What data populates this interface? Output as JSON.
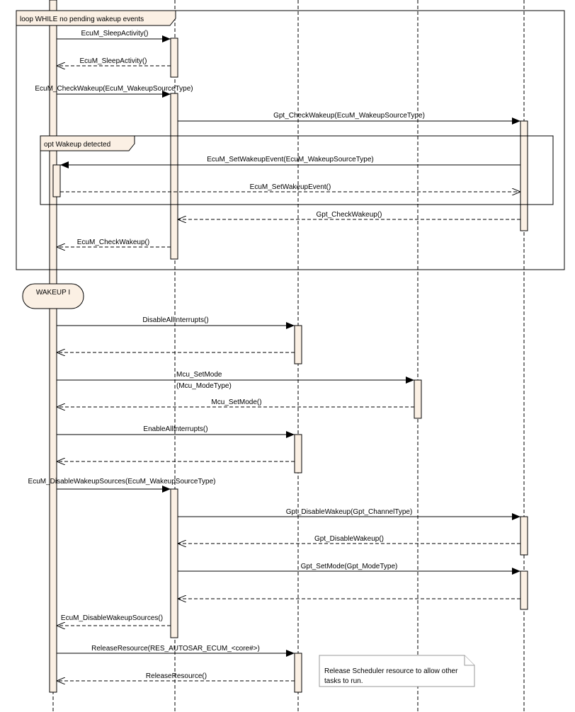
{
  "frames": {
    "loop_label": "loop WHILE no pending wakeup events",
    "opt_label": "opt Wakeup detected"
  },
  "state": {
    "label": "WAKEUP I"
  },
  "messages": [
    "EcuM_SleepActivity()",
    "EcuM_SleepActivity()",
    "EcuM_CheckWakeup(EcuM_WakeupSourceType)",
    "Gpt_CheckWakeup(EcuM_WakeupSourceType)",
    "EcuM_SetWakeupEvent(EcuM_WakeupSourceType)",
    "EcuM_SetWakeupEvent()",
    "Gpt_CheckWakeup()",
    "EcuM_CheckWakeup()",
    "DisableAllInterrupts()",
    "",
    "Mcu_SetMode",
    "(Mcu_ModeType)",
    "Mcu_SetMode()",
    "EnableAllInterrupts()",
    "",
    "EcuM_DisableWakeupSources(EcuM_WakeupSourceType)",
    "Gpt_DisableWakeup(Gpt_ChannelType)",
    "Gpt_DisableWakeup()",
    "Gpt_SetMode(Gpt_ModeType)",
    "",
    "EcuM_DisableWakeupSources()",
    "ReleaseResource(RES_AUTOSAR_ECUM_<core#>)",
    "ReleaseResource()"
  ],
  "note": {
    "line1": "Release Scheduler resource to allow other",
    "line2": "tasks to run."
  }
}
